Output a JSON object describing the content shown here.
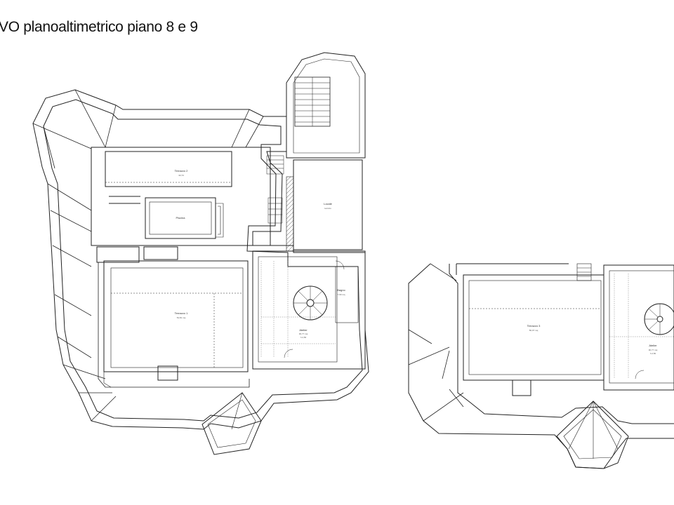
{
  "page": {
    "title": "VO planoaltimetrico piano 8 e 9"
  },
  "plan_left": {
    "rooms": [
      {
        "label": "Terrazzo 2",
        "area": "33,73"
      },
      {
        "label": "Piscina",
        "area": ""
      },
      {
        "label": "Locale",
        "area": "tecnico"
      },
      {
        "label": "Terrazzo 1",
        "area": "54,81 mq"
      },
      {
        "label": "Bagno",
        "area": "7,90 mq"
      },
      {
        "label": "Atelier",
        "area": "30,77 mq"
      },
      {
        "label": "",
        "area": "h 2,50"
      }
    ]
  },
  "plan_right": {
    "rooms": [
      {
        "label": "Terrazzo 3",
        "area": "50,07 mq"
      },
      {
        "label": "Atelier",
        "area": "30,77 mq"
      },
      {
        "label": "",
        "area": "h 2,50"
      }
    ]
  },
  "colors": {
    "line": "#222222",
    "background": "#ffffff"
  }
}
